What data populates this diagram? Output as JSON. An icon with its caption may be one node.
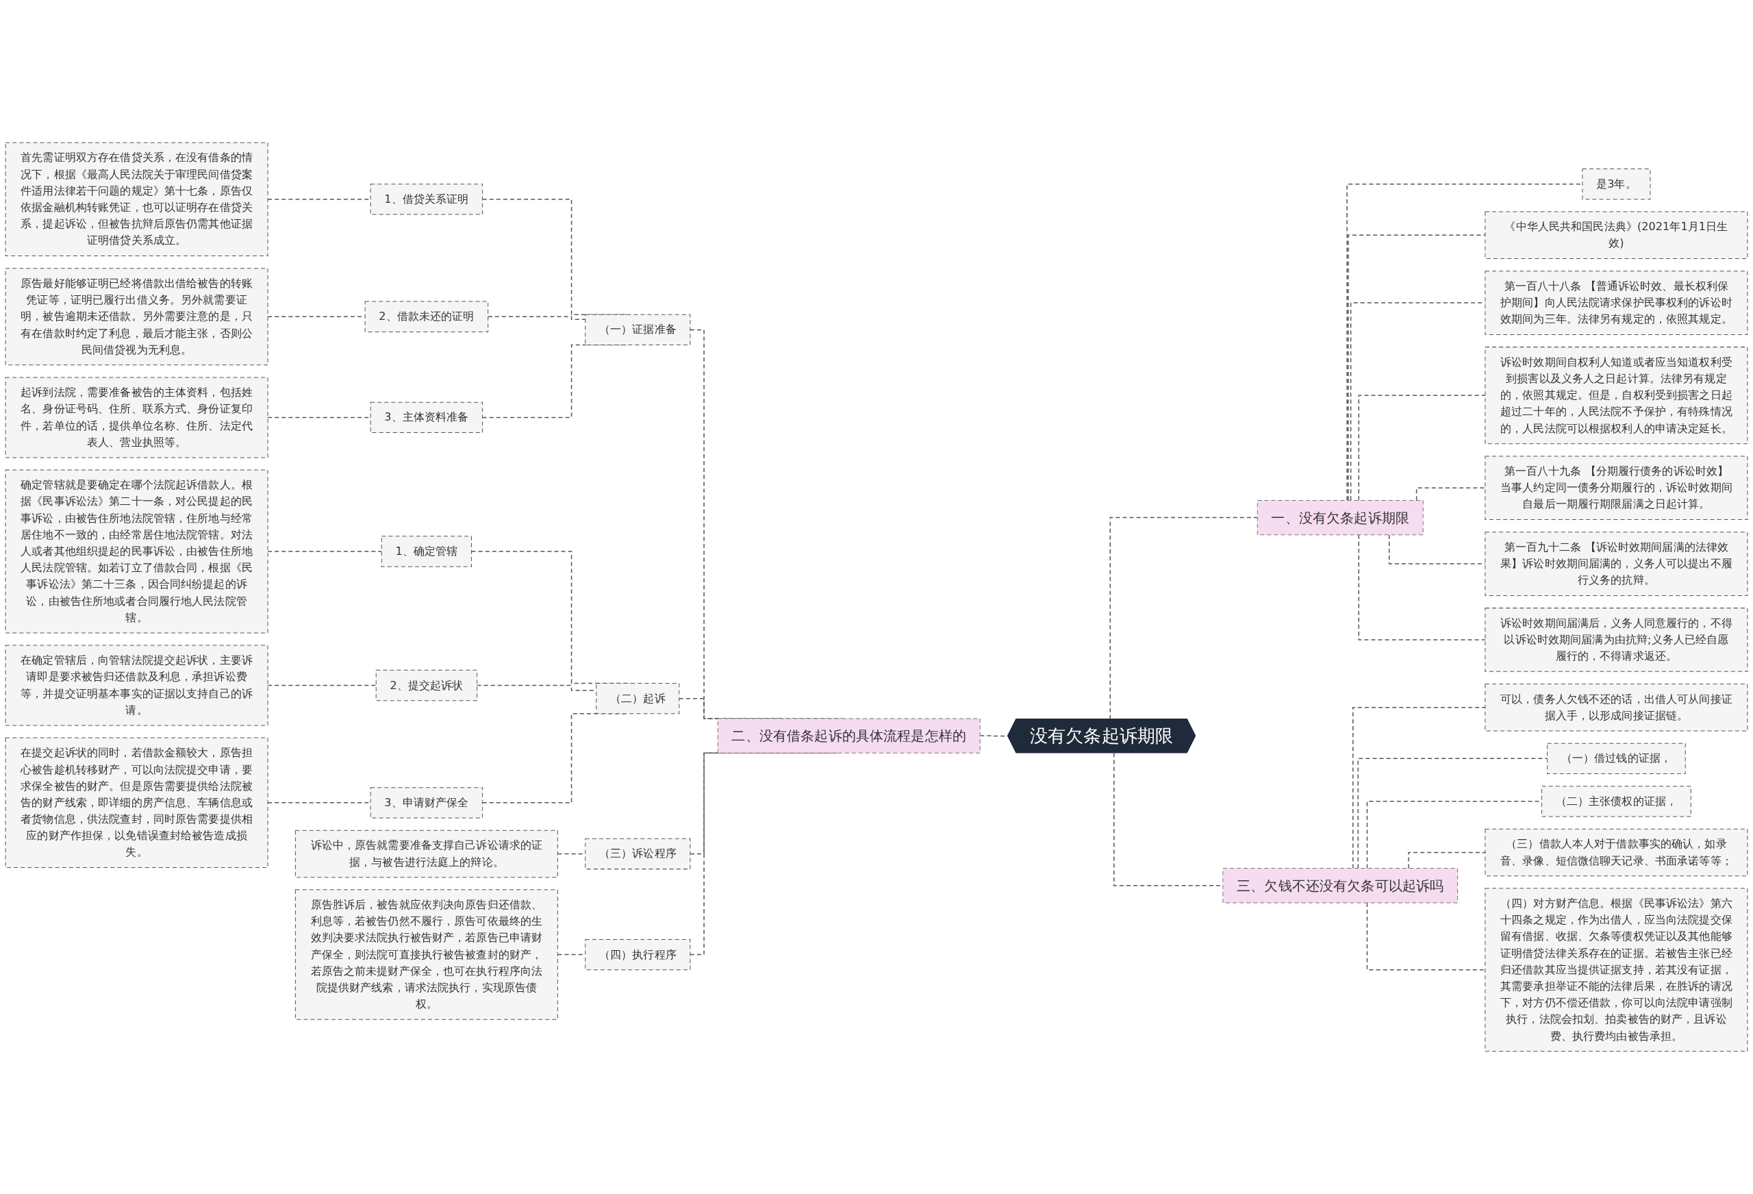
{
  "diagram": {
    "nodes": [
      {
        "text": [
          "没有欠条起诉期限"
        ]
      },
      {
        "text": [
          "一、没有欠条起诉期限"
        ]
      },
      {
        "text": [
          "是3年。"
        ]
      },
      {
        "text": [
          "《中华人民共和国民法典》(2021年1月1日生效)"
        ]
      },
      {
        "text": [
          "第一百八十八条 【普通诉讼时效、最长权利保护期间】向人民法院请求保护民事权利的诉讼时效期间为三年。法律另有规定的，依照其规定。"
        ]
      },
      {
        "text": [
          "诉讼时效期间自权利人知道或者应当知道权利受到损害以及义务人之日起计算。法律另有规定的，依照其规定。但是，自权利受到损害之日起超过二十年的，人民法院不予保护，有特殊情况的，人民法院可以根据权利人的申请决定延长。"
        ]
      },
      {
        "text": [
          "第一百八十九条 【分期履行债务的诉讼时效】当事人约定同一债务分期履行的，诉讼时效期间自最后一期履行期限届满之日起计算。"
        ]
      },
      {
        "text": [
          "第一百九十二条 【诉讼时效期间届满的法律效果】诉讼时效期间届满的，义务人可以提出不履行义务的抗辩。"
        ]
      },
      {
        "text": [
          "诉讼时效期间届满后，义务人同意履行的，不得以诉讼时效期间届满为由抗辩;义务人已经自愿履行的，不得请求返还。"
        ]
      },
      {
        "text": [
          "二、没有借条起诉的具体流程是怎样的"
        ]
      },
      {
        "text": [
          "（一）证据准备"
        ]
      },
      {
        "text": [
          "1、借贷关系证明"
        ]
      },
      {
        "text": [
          "首先需证明双方存在借贷关系，在没有借条的情况下，根据《最高人民法院关于审理民间借贷案件适用法律若干问题的规定》第十七条，原告仅依据金融机构转账凭证，也可以证明存在借贷关系，提起诉讼，但被告抗辩后原告仍需其他证据证明借贷关系成立。"
        ]
      },
      {
        "text": [
          "2、借款未还的证明"
        ]
      },
      {
        "text": [
          "原告最好能够证明已经将借款出借给被告的转账凭证等，证明已履行出借义务。另外就需要证明，被告逾期未还借款。另外需要注意的是，只有在借款时约定了利息，最后才能主张，否则公民间借贷视为无利息。"
        ]
      },
      {
        "text": [
          "3、主体资料准备"
        ]
      },
      {
        "text": [
          "起诉到法院，需要准备被告的主体资料，包括姓名、身份证号码、住所、联系方式、身份证复印件，若单位的话，提供单位名称、住所、法定代表人、营业执照等。"
        ]
      },
      {
        "text": [
          "（二）起诉"
        ]
      },
      {
        "text": [
          "1、确定管辖"
        ]
      },
      {
        "text": [
          "确定管辖就是要确定在哪个法院起诉借款人。根据《民事诉讼法》第二十一条，对公民提起的民事诉讼，由被告住所地法院管辖，住所地与经常居住地不一致的，由经常居住地法院管辖。对法人或者其他组织提起的民事诉讼，由被告住所地人民法院管辖。如若订立了借款合同，根据《民事诉讼法》第二十三条，因合同纠纷提起的诉讼，由被告住所地或者合同履行地人民法院管辖。"
        ]
      },
      {
        "text": [
          "2、提交起诉状"
        ]
      },
      {
        "text": [
          "在确定管辖后，向管辖法院提交起诉状，主要诉请即是要求被告归还借款及利息，承担诉讼费等，并提交证明基本事实的证据以支持自己的诉请。"
        ]
      },
      {
        "text": [
          "3、申请财产保全"
        ]
      },
      {
        "text": [
          "在提交起诉状的同时，若借款金额较大，原告担心被告趁机转移财产，可以向法院提交申请，要求保全被告的财产。但是原告需要提供给法院被告的财产线索，即详细的房产信息、车辆信息或者货物信息，供法院查封，同时原告需要提供相应的财产作担保，以免错误查封给被告造成损失。"
        ]
      },
      {
        "text": [
          "（三）诉讼程序"
        ]
      },
      {
        "text": [
          "诉讼中，原告就需要准备支撑自己诉讼请求的证据，与被告进行法庭上的辩论。"
        ]
      },
      {
        "text": [
          "（四）执行程序"
        ]
      },
      {
        "text": [
          "原告胜诉后，被告就应依判决向原告归还借款、利息等，若被告仍然不履行，原告可依最终的生效判决要求法院执行被告财产，若原告已申请财产保全，则法院可直接执行被告被查封的财产，若原告之前未提财产保全，也可在执行程序向法院提供财产线索，请求法院执行，实现原告债权。"
        ]
      },
      {
        "text": [
          "三、欠钱不还没有欠条可以起诉吗"
        ]
      },
      {
        "text": [
          "可以，债务人欠钱不还的话，出借人可从间接证据入手，以形成间接证据链。"
        ]
      },
      {
        "text": [
          "（一）借过钱的证据，"
        ]
      },
      {
        "text": [
          "（二）主张债权的证据，"
        ]
      },
      {
        "text": [
          "（三）借款人本人对于借款事实的确认，如录音、录像、短信微信聊天记录、书面承诺等等；"
        ]
      },
      {
        "text": [
          "（四）对方财产信息。根据《民事诉讼法》第六十四条之规定，作为出借人，应当向法院提交保留有借据、收据、欠条等债权凭证以及其他能够证明借贷法律关系存在的证据。若被告主张已经归还借款其应当提供证据支持，若其没有证据，其需要承担举证不能的法律后果，在胜诉的请况下，对方仍不偿还借款，你可以向法院申请强制执行，法院会扣划、拍卖被告的财产，且诉讼费、执行费均由被告承担。"
        ]
      }
    ],
    "edges": [
      {
        "from": 0,
        "to": 1,
        "arrow": "none",
        "style": "dashed"
      },
      {
        "from": 1,
        "to": 2,
        "arrow": "none",
        "style": "dashed"
      },
      {
        "from": 1,
        "to": 3,
        "arrow": "none",
        "style": "dashed"
      },
      {
        "from": 1,
        "to": 4,
        "arrow": "none",
        "style": "dashed"
      },
      {
        "from": 1,
        "to": 5,
        "arrow": "none",
        "style": "dashed"
      },
      {
        "from": 1,
        "to": 6,
        "arrow": "none",
        "style": "dashed"
      },
      {
        "from": 1,
        "to": 7,
        "arrow": "none",
        "style": "dashed"
      },
      {
        "from": 1,
        "to": 8,
        "arrow": "none",
        "style": "dashed"
      },
      {
        "from": 0,
        "to": 9,
        "arrow": "none",
        "style": "dashed"
      },
      {
        "from": 9,
        "to": 10,
        "arrow": "none",
        "style": "dashed"
      },
      {
        "from": 10,
        "to": 11,
        "arrow": "none",
        "style": "dashed"
      },
      {
        "from": 11,
        "to": 12,
        "arrow": "none",
        "style": "dashed"
      },
      {
        "from": 10,
        "to": 13,
        "arrow": "none",
        "style": "dashed"
      },
      {
        "from": 13,
        "to": 14,
        "arrow": "none",
        "style": "dashed"
      },
      {
        "from": 10,
        "to": 15,
        "arrow": "none",
        "style": "dashed"
      },
      {
        "from": 15,
        "to": 16,
        "arrow": "none",
        "style": "dashed"
      },
      {
        "from": 9,
        "to": 17,
        "arrow": "none",
        "style": "dashed"
      },
      {
        "from": 17,
        "to": 18,
        "arrow": "none",
        "style": "dashed"
      },
      {
        "from": 18,
        "to": 19,
        "arrow": "none",
        "style": "dashed"
      },
      {
        "from": 17,
        "to": 20,
        "arrow": "none",
        "style": "dashed"
      },
      {
        "from": 20,
        "to": 21,
        "arrow": "none",
        "style": "dashed"
      },
      {
        "from": 17,
        "to": 22,
        "arrow": "none",
        "style": "dashed"
      },
      {
        "from": 22,
        "to": 23,
        "arrow": "none",
        "style": "dashed"
      },
      {
        "from": 9,
        "to": 24,
        "arrow": "none",
        "style": "dashed"
      },
      {
        "from": 24,
        "to": 25,
        "arrow": "none",
        "style": "dashed"
      },
      {
        "from": 9,
        "to": 26,
        "arrow": "none",
        "style": "dashed"
      },
      {
        "from": 26,
        "to": 27,
        "arrow": "none",
        "style": "dashed"
      },
      {
        "from": 0,
        "to": 28,
        "arrow": "none",
        "style": "dashed"
      },
      {
        "from": 28,
        "to": 29,
        "arrow": "none",
        "style": "dashed"
      },
      {
        "from": 28,
        "to": 30,
        "arrow": "none",
        "style": "dashed"
      },
      {
        "from": 28,
        "to": 31,
        "arrow": "none",
        "style": "dashed"
      },
      {
        "from": 28,
        "to": 32,
        "arrow": "none",
        "style": "dashed"
      },
      {
        "from": 28,
        "to": 33,
        "arrow": "none",
        "style": "dashed"
      }
    ]
  }
}
